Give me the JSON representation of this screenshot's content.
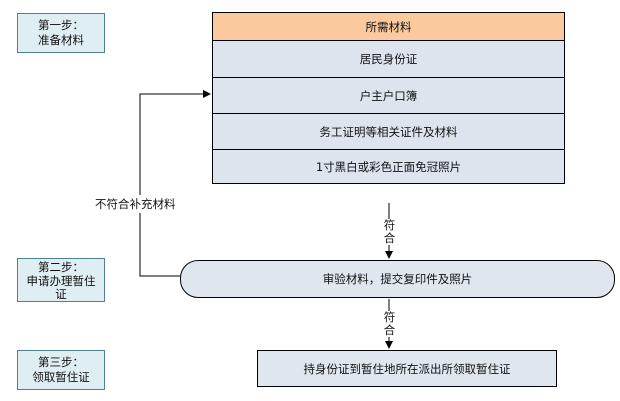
{
  "steps": {
    "step1": {
      "line1": "第一步：",
      "line2": "准备材料"
    },
    "step2": {
      "line1": "第二步：",
      "line2": "申请办理暂住",
      "line3": "证"
    },
    "step3": {
      "line1": "第三步：",
      "line2": "领取暂住证"
    }
  },
  "materials": {
    "header": "所需材料",
    "items": [
      "居民身份证",
      "户主户口簿",
      "务工证明等相关证件及材料",
      "1寸黑白或彩色正面免冠照片"
    ]
  },
  "review": {
    "label": "审验材料，提交复印件及照片"
  },
  "final": {
    "label": "持身份证到暂住地所在派出所领取暂住证"
  },
  "connectors": {
    "reject": "不符合补充材料",
    "pass1": "符合",
    "pass2": "符合"
  }
}
